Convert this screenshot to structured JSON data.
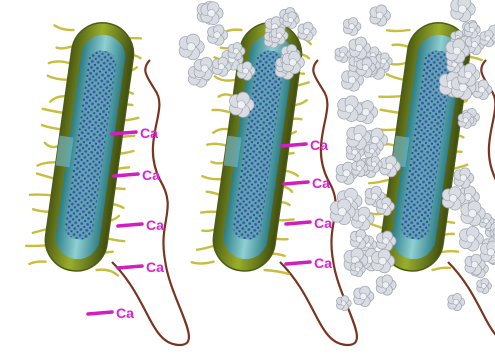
{
  "colors": {
    "background": "#ffffff",
    "cell_wall": "#7a8f1f",
    "cell_wall_dark": "#4d5c12",
    "cytoplasm": "#3f9aa3",
    "cytoplasm_light": "#8fd0d2",
    "nucleoid": "#2f4f9a",
    "fimbriae": "#c9bd3c",
    "flagellum": "#7a3520",
    "calcium_label": "#e020d0",
    "calcium_ion": "#d21ec0",
    "mineral": "#d9dde3",
    "mineral_edge": "#a4aab4"
  },
  "panels": [
    {
      "name": "bacterium-fimbriae",
      "calcium_labels": [
        "Ca",
        "Ca",
        "Ca",
        "Ca",
        "Ca"
      ],
      "mineral_coverage": 0.0
    },
    {
      "name": "bacterium-nucleation",
      "calcium_labels": [
        "Ca",
        "Ca",
        "Ca",
        "Ca"
      ],
      "mineral_coverage": 0.3
    },
    {
      "name": "bacterium-encrusted",
      "calcium_labels": [],
      "mineral_coverage": 1.0
    }
  ]
}
